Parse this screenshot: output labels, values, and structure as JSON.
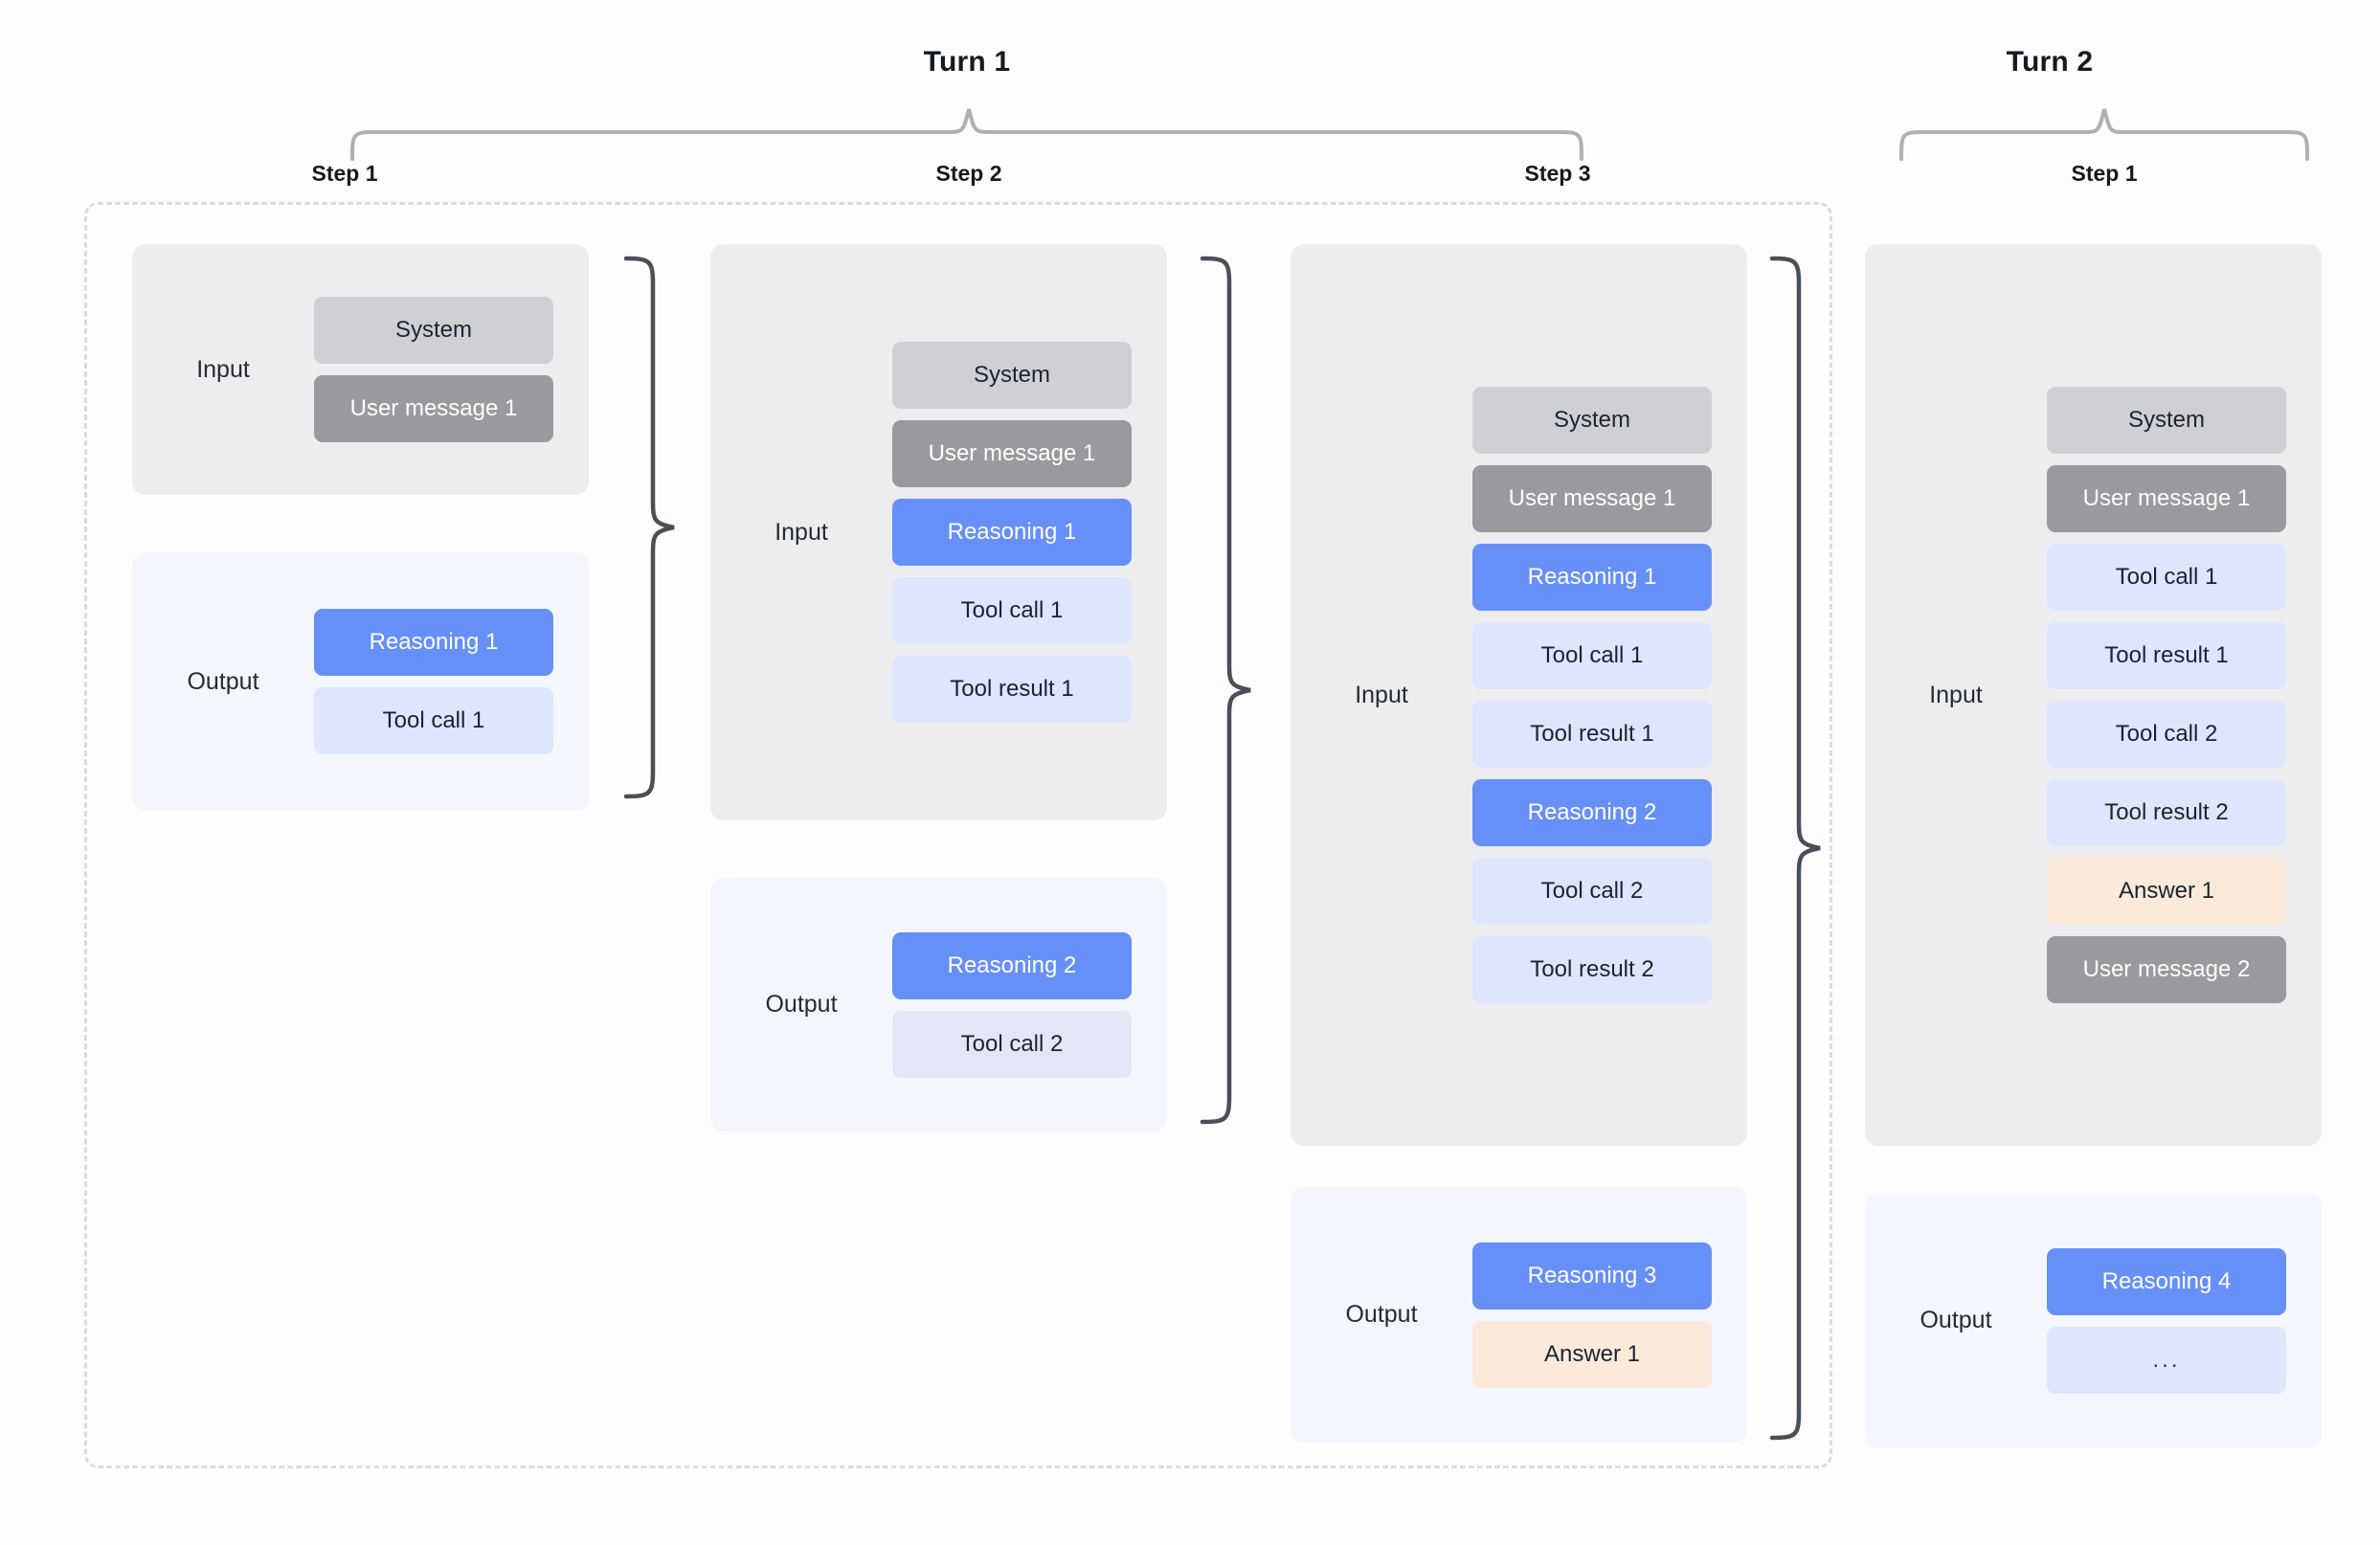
{
  "page": {
    "background": "#fdfdfe",
    "colors": {
      "system": "#cfd0d3",
      "user": "#9a9a9e",
      "reasoning": "#6690f7",
      "tool": "#dde6fd",
      "answer": "#fbeada",
      "input_panel": "#ededef",
      "output_panel": "#f3f6fd",
      "brace_top": "#b0b0b0",
      "brace_side": "#4a4f57",
      "dashed_border": "#dcdcdc"
    }
  },
  "turns": [
    {
      "title": "Turn 1",
      "steps": [
        {
          "title": "Step 1",
          "input": {
            "label": "Input",
            "items": [
              {
                "text": "System",
                "kind": "system"
              },
              {
                "text": "User message 1",
                "kind": "user"
              }
            ]
          },
          "output": {
            "label": "Output",
            "items": [
              {
                "text": "Reasoning 1",
                "kind": "reasoning"
              },
              {
                "text": "Tool call 1",
                "kind": "tool"
              }
            ]
          }
        },
        {
          "title": "Step 2",
          "input": {
            "label": "Input",
            "items": [
              {
                "text": "System",
                "kind": "system"
              },
              {
                "text": "User message 1",
                "kind": "user"
              },
              {
                "text": "Reasoning 1",
                "kind": "reasoning"
              },
              {
                "text": "Tool call 1",
                "kind": "tool"
              },
              {
                "text": "Tool result 1",
                "kind": "tool"
              }
            ]
          },
          "output": {
            "label": "Output",
            "items": [
              {
                "text": "Reasoning 2",
                "kind": "reasoning"
              },
              {
                "text": "Tool call 2",
                "kind": "toolmuted"
              }
            ]
          }
        },
        {
          "title": "Step 3",
          "input": {
            "label": "Input",
            "items": [
              {
                "text": "System",
                "kind": "system"
              },
              {
                "text": "User message 1",
                "kind": "user"
              },
              {
                "text": "Reasoning 1",
                "kind": "reasoning"
              },
              {
                "text": "Tool call 1",
                "kind": "tool"
              },
              {
                "text": "Tool result 1",
                "kind": "tool"
              },
              {
                "text": "Reasoning 2",
                "kind": "reasoning"
              },
              {
                "text": "Tool call 2",
                "kind": "tool"
              },
              {
                "text": "Tool result 2",
                "kind": "tool"
              }
            ]
          },
          "output": {
            "label": "Output",
            "items": [
              {
                "text": "Reasoning 3",
                "kind": "reasoning"
              },
              {
                "text": "Answer 1",
                "kind": "answer"
              }
            ]
          }
        }
      ]
    },
    {
      "title": "Turn 2",
      "steps": [
        {
          "title": "Step 1",
          "input": {
            "label": "Input",
            "items": [
              {
                "text": "System",
                "kind": "system"
              },
              {
                "text": "User message 1",
                "kind": "user"
              },
              {
                "text": "Tool call 1",
                "kind": "tool"
              },
              {
                "text": "Tool result 1",
                "kind": "tool"
              },
              {
                "text": "Tool call 2",
                "kind": "tool"
              },
              {
                "text": "Tool result 2",
                "kind": "tool"
              },
              {
                "text": "Answer 1",
                "kind": "answer"
              },
              {
                "text": "User message 2",
                "kind": "user"
              }
            ]
          },
          "output": {
            "label": "Output",
            "items": [
              {
                "text": "Reasoning 4",
                "kind": "reasoning"
              },
              {
                "text": "...",
                "kind": "ellipsis"
              }
            ]
          }
        }
      ]
    }
  ]
}
